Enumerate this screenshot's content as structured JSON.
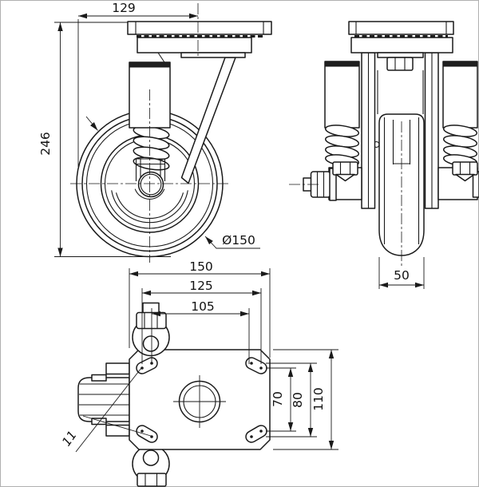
{
  "drawing": {
    "colors": {
      "line": "#1a1a1a",
      "background": "#ffffff",
      "frame": "#b0b0b0"
    },
    "views": {
      "front": {
        "width": "129",
        "height": "246",
        "wheel_diameter": "Ø150"
      },
      "side": {
        "wheel_width": "50"
      },
      "plan": {
        "plate_width": "150",
        "span_outer": "125",
        "span_inner": "105",
        "span_vertical_outer": "70",
        "span_vertical_inner": "80",
        "plate_depth": "110",
        "slot_width": "11"
      }
    }
  }
}
